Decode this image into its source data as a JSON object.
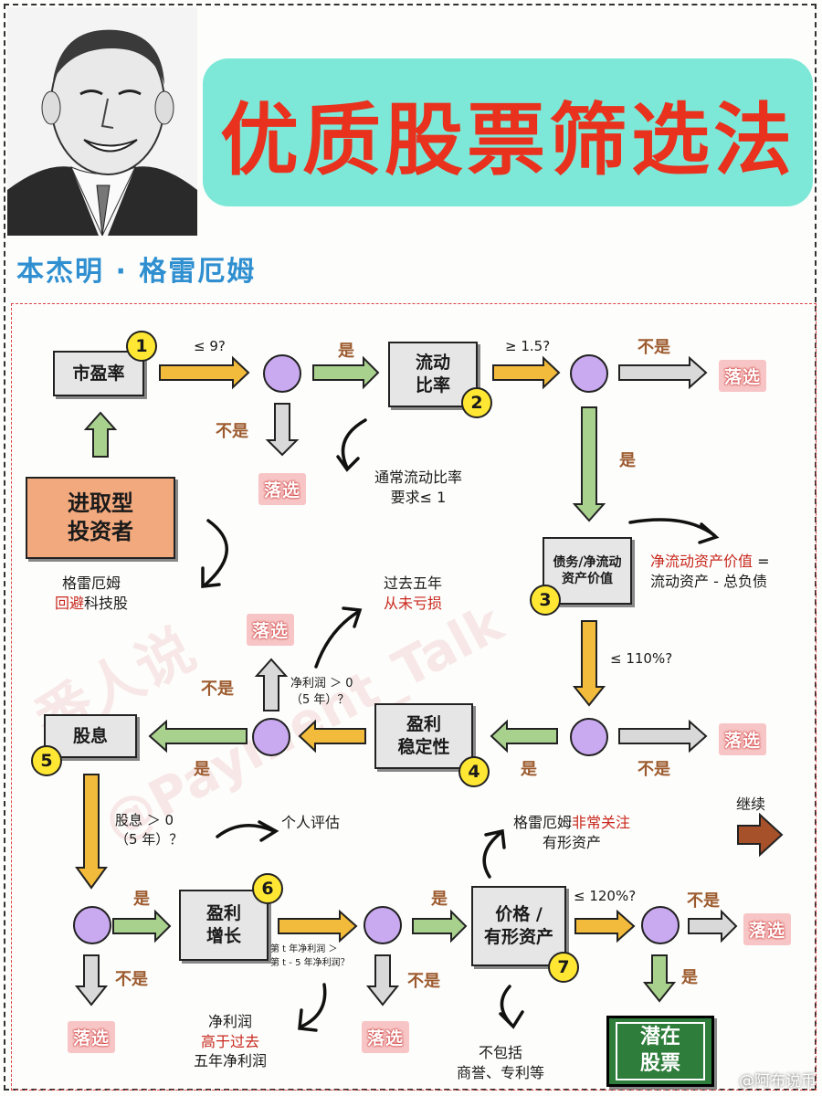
{
  "title": "优质股票筛选法",
  "subtitle": "本杰明 · 格雷厄姆",
  "investor_box": "进取型\n投资者",
  "steps": [
    {
      "num": "1",
      "label": "市盈率"
    },
    {
      "num": "2",
      "label": "流动\n比率"
    },
    {
      "num": "3",
      "label": "债务/净流动\n资产价值"
    },
    {
      "num": "4",
      "label": "盈利\n稳定性"
    },
    {
      "num": "5",
      "label": "股息"
    },
    {
      "num": "6",
      "label": "盈利\n增长"
    },
    {
      "num": "7",
      "label": "价格 /\n有形资产"
    }
  ],
  "conditions": {
    "pe": "≤ 9?",
    "current_ratio": "≥ 1.5?",
    "debt": "≤ 110%?",
    "profit": "净利润 ＞ 0\n（5 年）？",
    "dividend": "股息 ＞ 0\n（5 年）？",
    "growth": "第 t 年净利润 ＞\n第 t - 5 年净利润？",
    "price": "≤ 120%?"
  },
  "yes": "是",
  "no": "不是",
  "reject": "落选",
  "notes": {
    "current_ratio_note": "通常流动比率\n要求≤ 1",
    "avoid_tech_1": "格雷厄姆",
    "avoid_tech_2": "回避",
    "avoid_tech_3": "科技股",
    "past_five_1": "过去五年",
    "past_five_2": "从未亏损",
    "nca_1": "净流动资产价值",
    "nca_2": "=",
    "nca_3": "流动资产 - 总负债",
    "personal": "个人评估",
    "tangible_1": "格雷厄姆",
    "tangible_2": "非常关注",
    "tangible_3": "有形资产",
    "net_profit_1": "净利润",
    "net_profit_2": "高于过去",
    "net_profit_3": "五年净利润",
    "exclude": "不包括\n商誉、专利等",
    "continue": "继续"
  },
  "result": "潜在\n股票",
  "watermark_1": "番人说",
  "watermark_2": "@Payment_Talk",
  "credit": "@阿布说币",
  "colors": {
    "title_bg": "#7de8d8",
    "title_text": "#e8321e",
    "subtitle": "#2f8fd0",
    "yellow_arrow": "#f2bb3c",
    "green_arrow": "#a9d18e",
    "gray_arrow": "#d9d9d9",
    "circle": "#c9a9f0",
    "number_badge": "#ffe733",
    "investor_box": "#f2a97e",
    "result_box": "#2e7d3a",
    "continue_arrow": "#a6512a"
  }
}
